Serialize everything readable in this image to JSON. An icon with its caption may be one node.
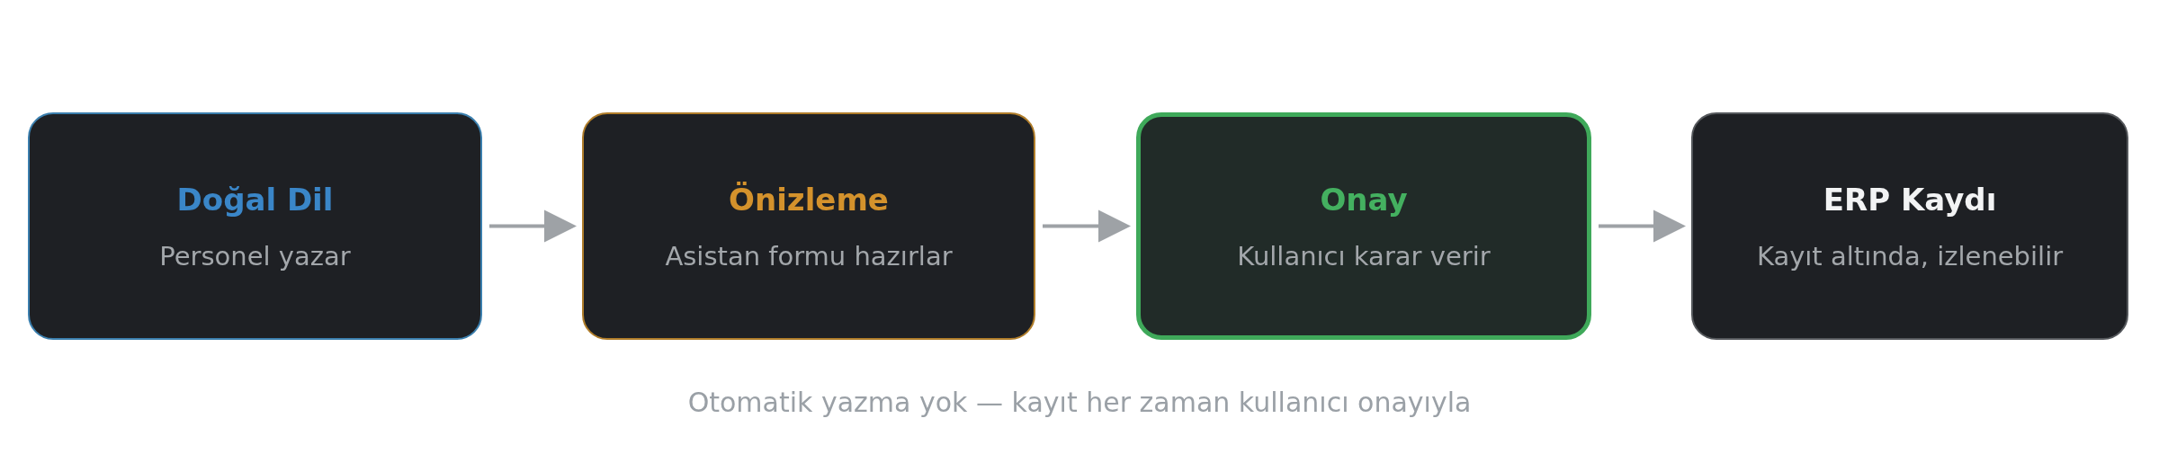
{
  "diagram": {
    "caption": "Otomatik yazma yok — kayıt her zaman kullanıcı onayıyla",
    "nodes": [
      {
        "text": [
          "Doğal Dil",
          "Personel yazar"
        ]
      },
      {
        "text": [
          "Önizleme",
          "Asistan formu hazırlar"
        ]
      },
      {
        "text": [
          "Onay",
          "Kullanıcı karar verir"
        ]
      },
      {
        "text": [
          "ERP Kaydı",
          "Kayıt altında, izlenebilir"
        ]
      }
    ],
    "edges": [
      {
        "from": 0,
        "to": 1,
        "arrow": "to"
      },
      {
        "from": 1,
        "to": 2,
        "arrow": "to"
      },
      {
        "from": 2,
        "to": 3,
        "arrow": "to"
      }
    ]
  }
}
